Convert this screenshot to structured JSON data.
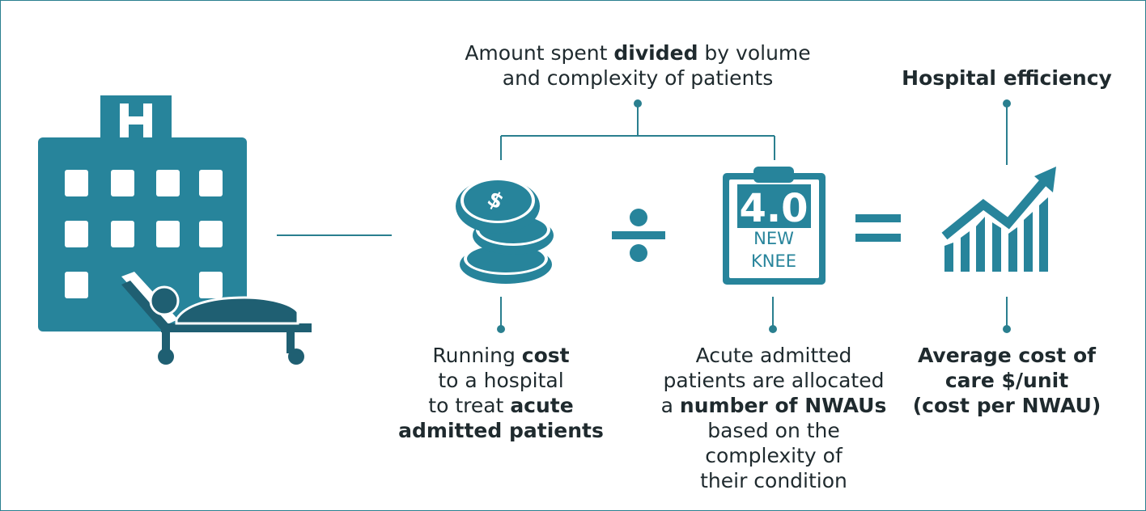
{
  "colors": {
    "teal": "#27849b",
    "navy": "#1f5f72",
    "line": "#2a7f8f",
    "text": "#1f2a2e"
  },
  "icons": [
    "hospital-icon",
    "coin-stack-icon",
    "divide-icon",
    "clipboard-icon",
    "equals-icon",
    "growth-chart-icon"
  ],
  "labels": {
    "top_center": {
      "l1_a": "Amount spent ",
      "l1_b": "divided",
      "l1_c": " by volume",
      "l2": "and complexity of patients"
    },
    "top_right": "Hospital efficiency",
    "clipboard": {
      "number": "4.0",
      "line1": "NEW",
      "line2": "KNEE"
    },
    "cost": {
      "l1_a": "Running ",
      "l1_b": "cost",
      "l2": "to a hospital",
      "l3_a": "to treat ",
      "l3_b": "acute",
      "l4": "admitted patients"
    },
    "nwau": {
      "l1": "Acute admitted",
      "l2": "patients are allocated",
      "l3_a": "a ",
      "l3_b": "number of NWAUs",
      "l4": "based on the",
      "l5": "complexity of",
      "l6": "their condition"
    },
    "result": {
      "l1": "Average cost of",
      "l2": "care $/unit",
      "l3": "(cost per NWAU)"
    }
  }
}
